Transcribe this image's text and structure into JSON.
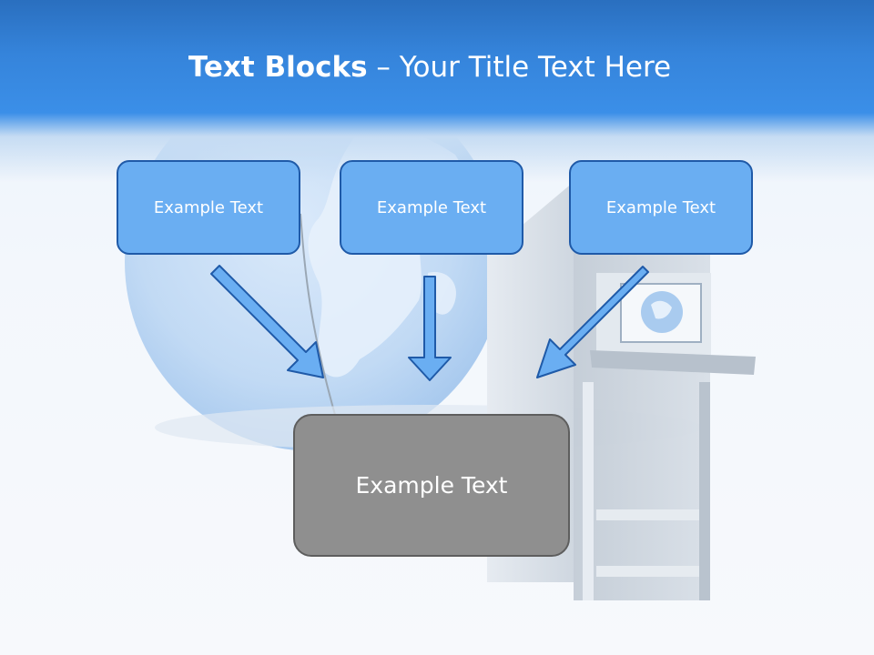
{
  "slide": {
    "title_bold": "Text Blocks",
    "title_dash": " – ",
    "title_rest": "Your Title Text Here",
    "boxes": [
      {
        "label": "Example Text"
      },
      {
        "label": "Example Text"
      },
      {
        "label": "Example Text"
      }
    ],
    "target_box": {
      "label": "Example Text"
    }
  },
  "colors": {
    "header_blue": "#3584db",
    "box_fill": "#6aaef2",
    "box_border": "#1f5aa8",
    "arrow_fill": "#6aaef2",
    "target_fill": "#8f8f8f",
    "target_border": "#5e5e5e"
  }
}
